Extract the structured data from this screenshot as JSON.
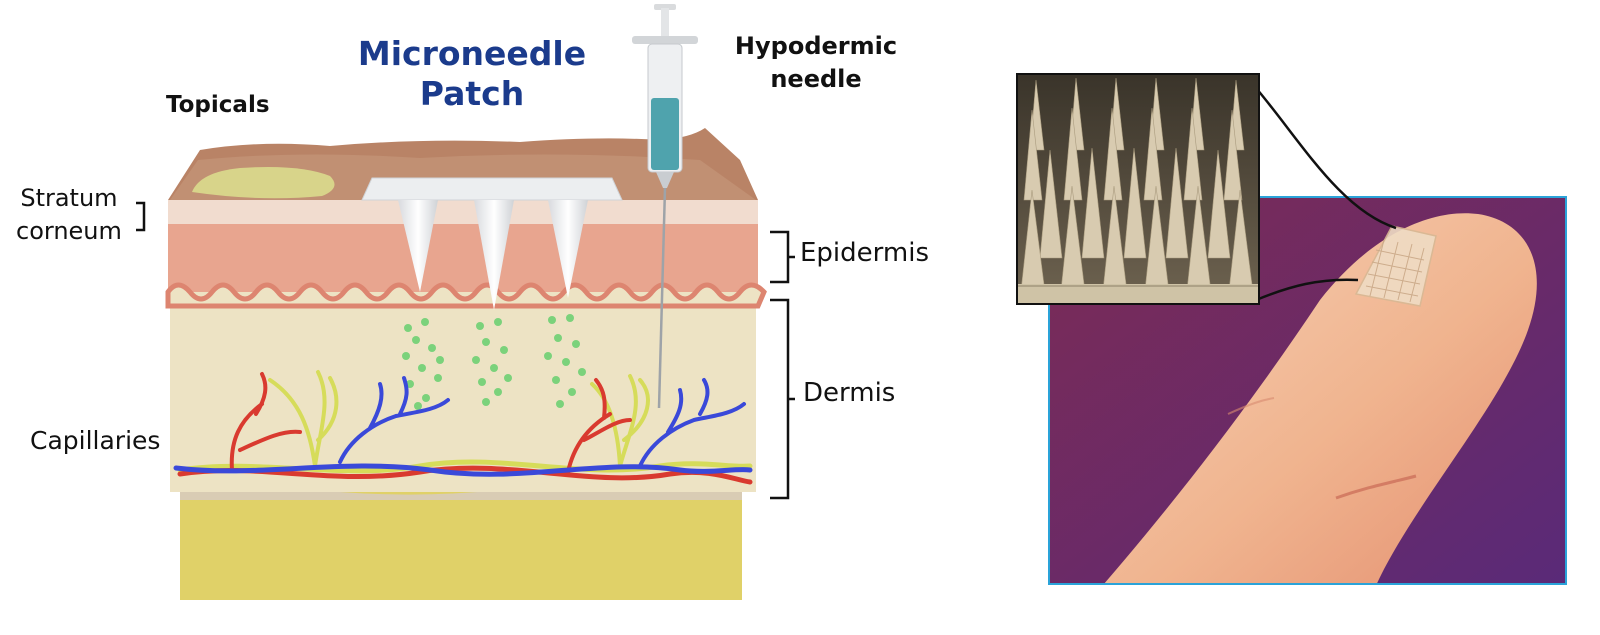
{
  "labels": {
    "topicals": "Topicals",
    "microneedle_line1": "Microneedle",
    "microneedle_line2": "Patch",
    "hypodermic_line1": "Hypodermic",
    "hypodermic_line2": "needle",
    "stratum_line1": "Stratum",
    "stratum_line2": "corneum",
    "epidermis": "Epidermis",
    "dermis": "Dermis",
    "capillaries": "Capillaries"
  },
  "colors": {
    "title_blue": "#1b3b8c",
    "skin_surface": "#b57e62",
    "stratum_corneum": "#f0d8c8",
    "epidermis": "#e8a58f",
    "dermis": "#ede3c4",
    "hypodermis": "#e2d46a",
    "artery": "#d93a2f",
    "vein": "#3a49d9",
    "nerve": "#d6dc5a",
    "drug_particles": "#7bd27b",
    "photo_frame": "#2aa3d9",
    "photo_background": "#7a2a5e",
    "finger": "#f0b48f"
  }
}
